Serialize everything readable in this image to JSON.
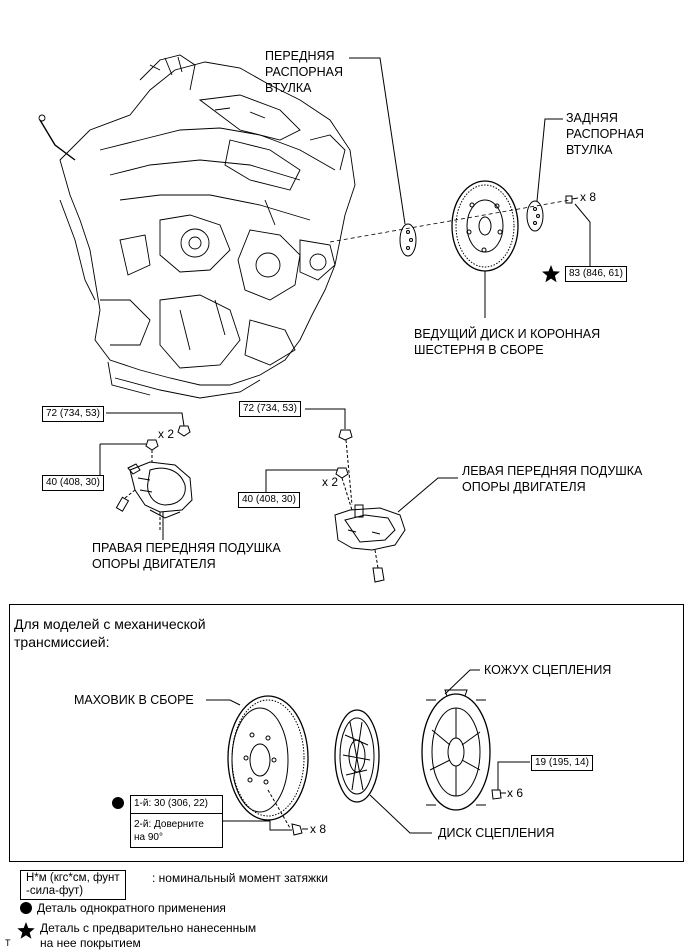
{
  "labels": {
    "front_spacer": [
      "ПЕРЕДНЯЯ",
      "РАСПОРНАЯ",
      "ВТУЛКА"
    ],
    "rear_spacer": [
      "ЗАДНЯЯ",
      "РАСПОРНАЯ",
      "ВТУЛКА"
    ],
    "drive_plate": [
      "ВЕДУЩИЙ ДИСК И КОРОННАЯ",
      "ШЕСТЕРНЯ В СБОРЕ"
    ],
    "right_mount": [
      "ПРАВАЯ ПЕРЕДНЯЯ ПОДУШКА",
      "ОПОРЫ ДВИГАТЕЛЯ"
    ],
    "left_mount": [
      "ЛЕВАЯ ПЕРЕДНЯЯ ПОДУШКА",
      "ОПОРЫ ДВИГАТЕЛЯ"
    ],
    "flywheel": "МАХОВИК В СБОРЕ",
    "clutch_cover": "КОЖУХ СЦЕПЛЕНИЯ",
    "clutch_disc": "ДИСК СЦЕПЛЕНИЯ"
  },
  "torques": {
    "drive_plate_bolt": "83 (846, 61)",
    "right_mount_nut_top": "72 (734, 53)",
    "right_mount_nut_bottom": "40 (408, 30)",
    "left_mount_nut_top": "72 (734, 53)",
    "left_mount_nut_bottom": "40 (408, 30)",
    "clutch_cover_bolt": "19 (195, 14)",
    "flywheel_bolt_step1": "1-й: 30 (306, 22)",
    "flywheel_bolt_step2": [
      "2-й: Доверните",
      "на 90°"
    ]
  },
  "quantities": {
    "drive_plate_bolts": "x 8",
    "right_mount": "x 2",
    "left_mount": "x 2",
    "clutch_cover_bolts": "x 6",
    "flywheel_bolts": "x 8"
  },
  "panel_title": [
    "Для моделей с механической",
    "трансмиссией:"
  ],
  "legend": {
    "torque_key_box": [
      "Н*м (кгс*см, фунт",
      "-сила-фут)"
    ],
    "torque_key_text": ": номинальный момент затяжки",
    "non_reusable": "Деталь однократного применения",
    "precoated": [
      "Деталь с предварительно нанесенным",
      "на нее покрытием"
    ]
  },
  "corner_mark": "T",
  "icons": {
    "non_reusable": "filled-circle-icon",
    "precoated": "star-icon"
  }
}
